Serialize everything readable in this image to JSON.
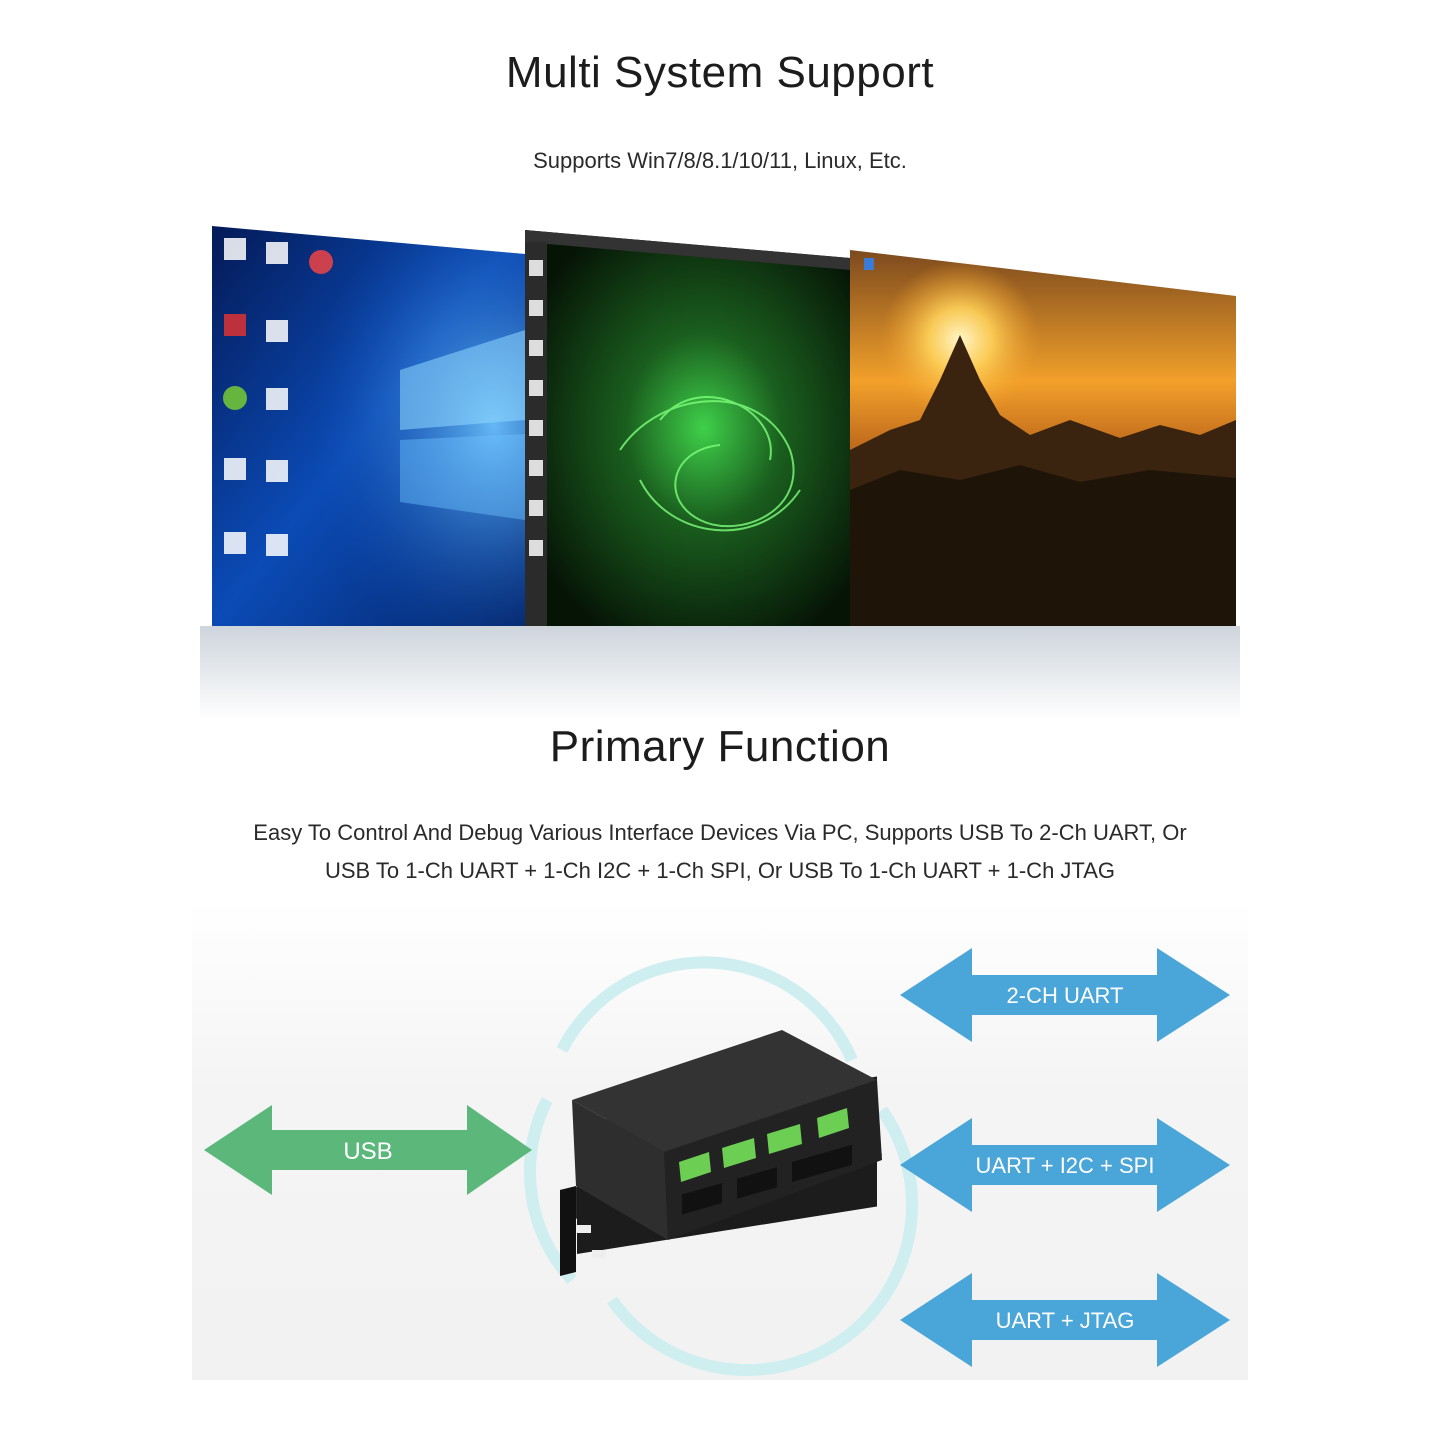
{
  "section1": {
    "title": "Multi System Support",
    "subtitle": "Supports Win7/8/8.1/10/11, Linux, Etc."
  },
  "section2": {
    "title": "Primary Function",
    "description_line1": "Easy To Control And Debug Various Interface Devices Via PC, Supports USB To 2-Ch UART, Or",
    "description_line2": "USB To 1-Ch UART + 1-Ch I2C + 1-Ch SPI, Or USB To 1-Ch UART + 1-Ch JTAG"
  },
  "diagram": {
    "usb_label": "USB",
    "mode_labels": [
      "2-CH UART",
      "UART + I2C + SPI",
      "UART + JTAG"
    ]
  },
  "colors": {
    "usb_arrow": "#5cb87a",
    "mode_arrow": "#4aa6d9",
    "win_blue": "#0a3f9a",
    "linux_green": "#1f6b22",
    "sunset_orange": "#e07a1c"
  }
}
